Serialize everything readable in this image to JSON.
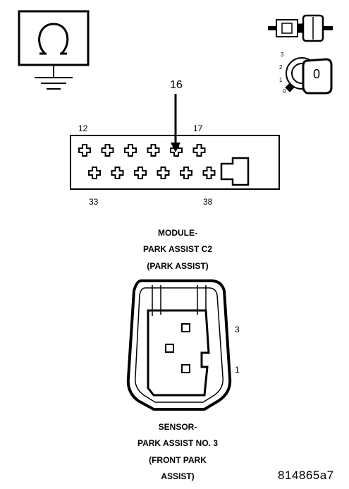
{
  "connector_top": {
    "callout": "16",
    "pins": {
      "top_left": "12",
      "top_right": "17",
      "bottom_left": "33",
      "bottom_right": "38"
    },
    "caption": [
      "MODULE-",
      "PARK ASSIST C2",
      "(PARK ASSIST)"
    ]
  },
  "connector_bottom": {
    "pins": {
      "upper": "3",
      "lower": "1"
    },
    "caption": [
      "SENSOR-",
      "PARK ASSIST NO. 3",
      "(FRONT PARK",
      "ASSIST)"
    ]
  },
  "ignition_key": {
    "positions": [
      "3",
      "2",
      "1",
      "0"
    ],
    "key_label": "0"
  },
  "figure_id": "814865a7",
  "icons": [
    "ohmmeter-ground-icon",
    "connector-plug-icon",
    "ignition-key-icon",
    "arrow-down-icon"
  ]
}
